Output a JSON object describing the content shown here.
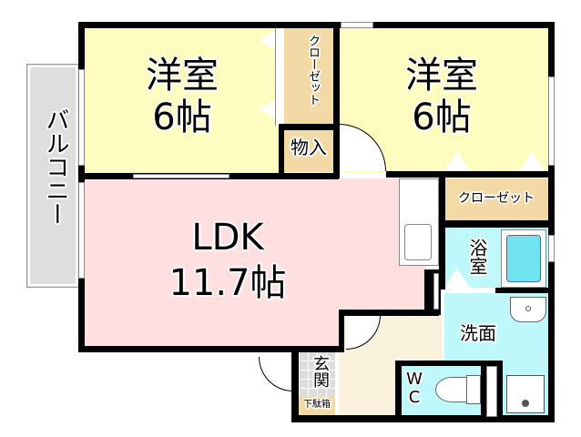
{
  "floorplan": {
    "rooms": {
      "western_room_1": {
        "name": "洋室",
        "size": "6帖"
      },
      "western_room_2": {
        "name": "洋室",
        "size": "6帖"
      },
      "ldk": {
        "name": "LDK",
        "size": "11.7帖"
      },
      "closet_vertical": {
        "name": "クローゼット"
      },
      "storage": {
        "name": "物入"
      },
      "closet_horizontal": {
        "name": "クローゼット"
      },
      "bathroom": {
        "name": "浴室"
      },
      "washroom": {
        "name": "洗面"
      },
      "toilet": {
        "name": "WC"
      },
      "entrance": {
        "name": "玄関"
      },
      "shoe_box": {
        "name": "下駄箱"
      },
      "balcony": {
        "name": "バルコニー"
      }
    },
    "colors": {
      "western_room": "#fffcc0",
      "ldk": "#ffdfe0",
      "closet": "#f2d9a6",
      "hall": "#faf2dc",
      "wet_area": "#bff8fb",
      "balcony": "#dedede",
      "wall": "#000000"
    }
  }
}
